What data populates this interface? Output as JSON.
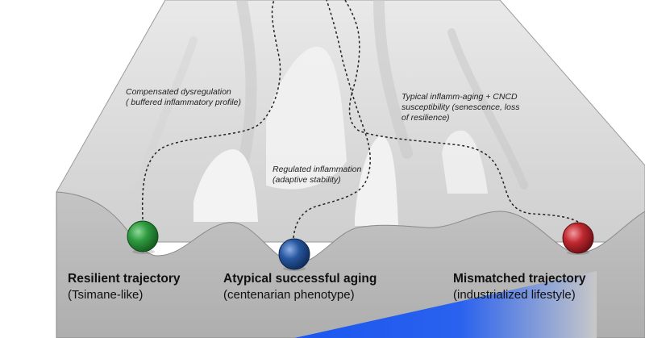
{
  "annotations": {
    "compensated": [
      "Compensated dysregulation",
      "( buffered inflammatory profile)"
    ],
    "regulated": [
      "Regulated inflammation",
      "(adaptive stability)"
    ],
    "typical": [
      "Typical inflamm-aging + CNCD",
      "susceptibility (senescence, loss",
      "of resilience)"
    ]
  },
  "trajectories": [
    {
      "title": "Resilient trajectory",
      "subtitle": "(Tsimane-like)",
      "ball_color": "#2e9a3e"
    },
    {
      "title": "Atypical successful aging",
      "subtitle": "(centenarian phenotype)",
      "ball_color": "#27579f"
    },
    {
      "title": "Mismatched trajectory",
      "subtitle": "(industrialized lifestyle)",
      "ball_color": "#c0282f"
    }
  ],
  "colors": {
    "gradient_start": "#1a56f0",
    "gradient_end": "#c8c8c8",
    "landscape_back": "#dcdcdc",
    "landscape_front": "#b7b7b7"
  }
}
